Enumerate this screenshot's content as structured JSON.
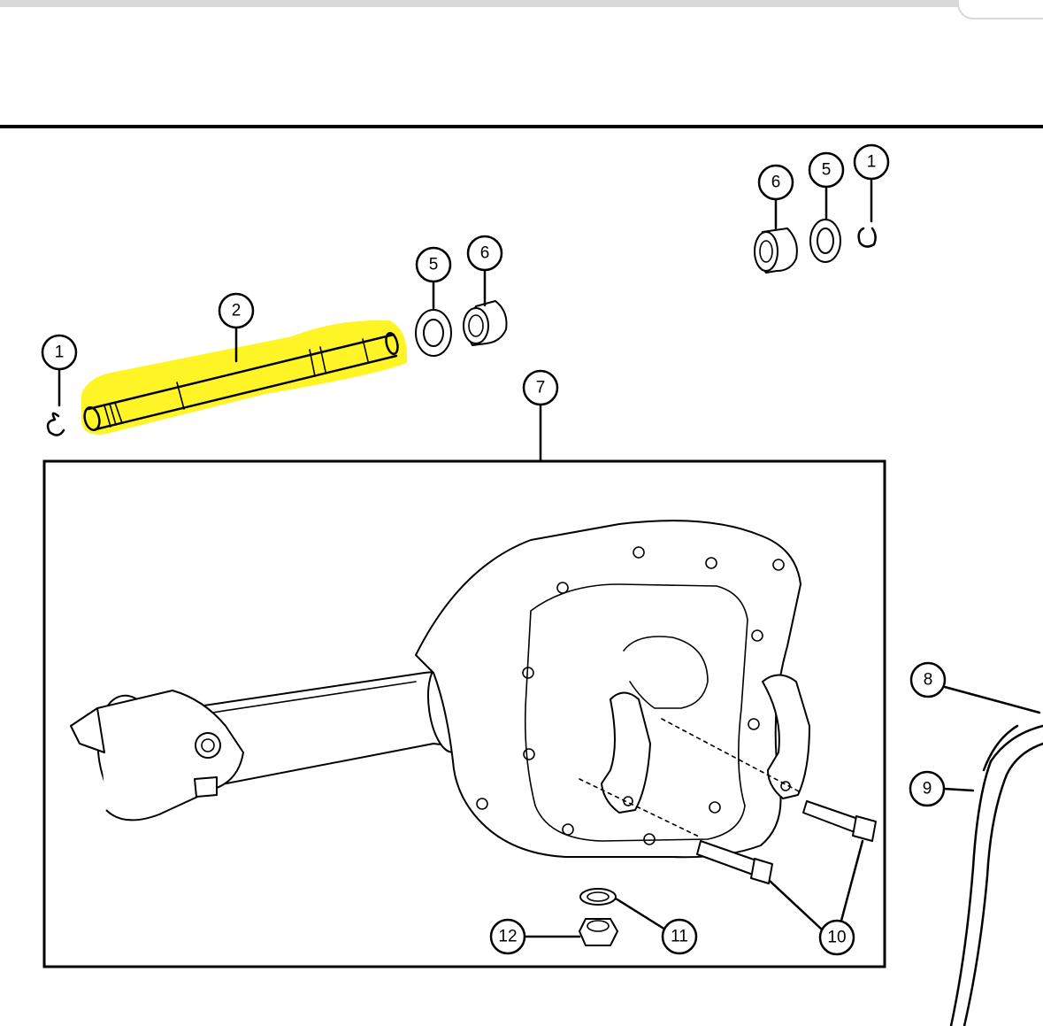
{
  "callouts": {
    "c1_left": "1",
    "c2": "2",
    "c5_mid": "5",
    "c6_mid": "6",
    "c6_right": "6",
    "c5_right": "5",
    "c1_right": "1",
    "c7": "7",
    "c8": "8",
    "c9": "9",
    "c10": "10",
    "c11": "11",
    "c12": "12"
  },
  "highlight_color": "#fff200"
}
